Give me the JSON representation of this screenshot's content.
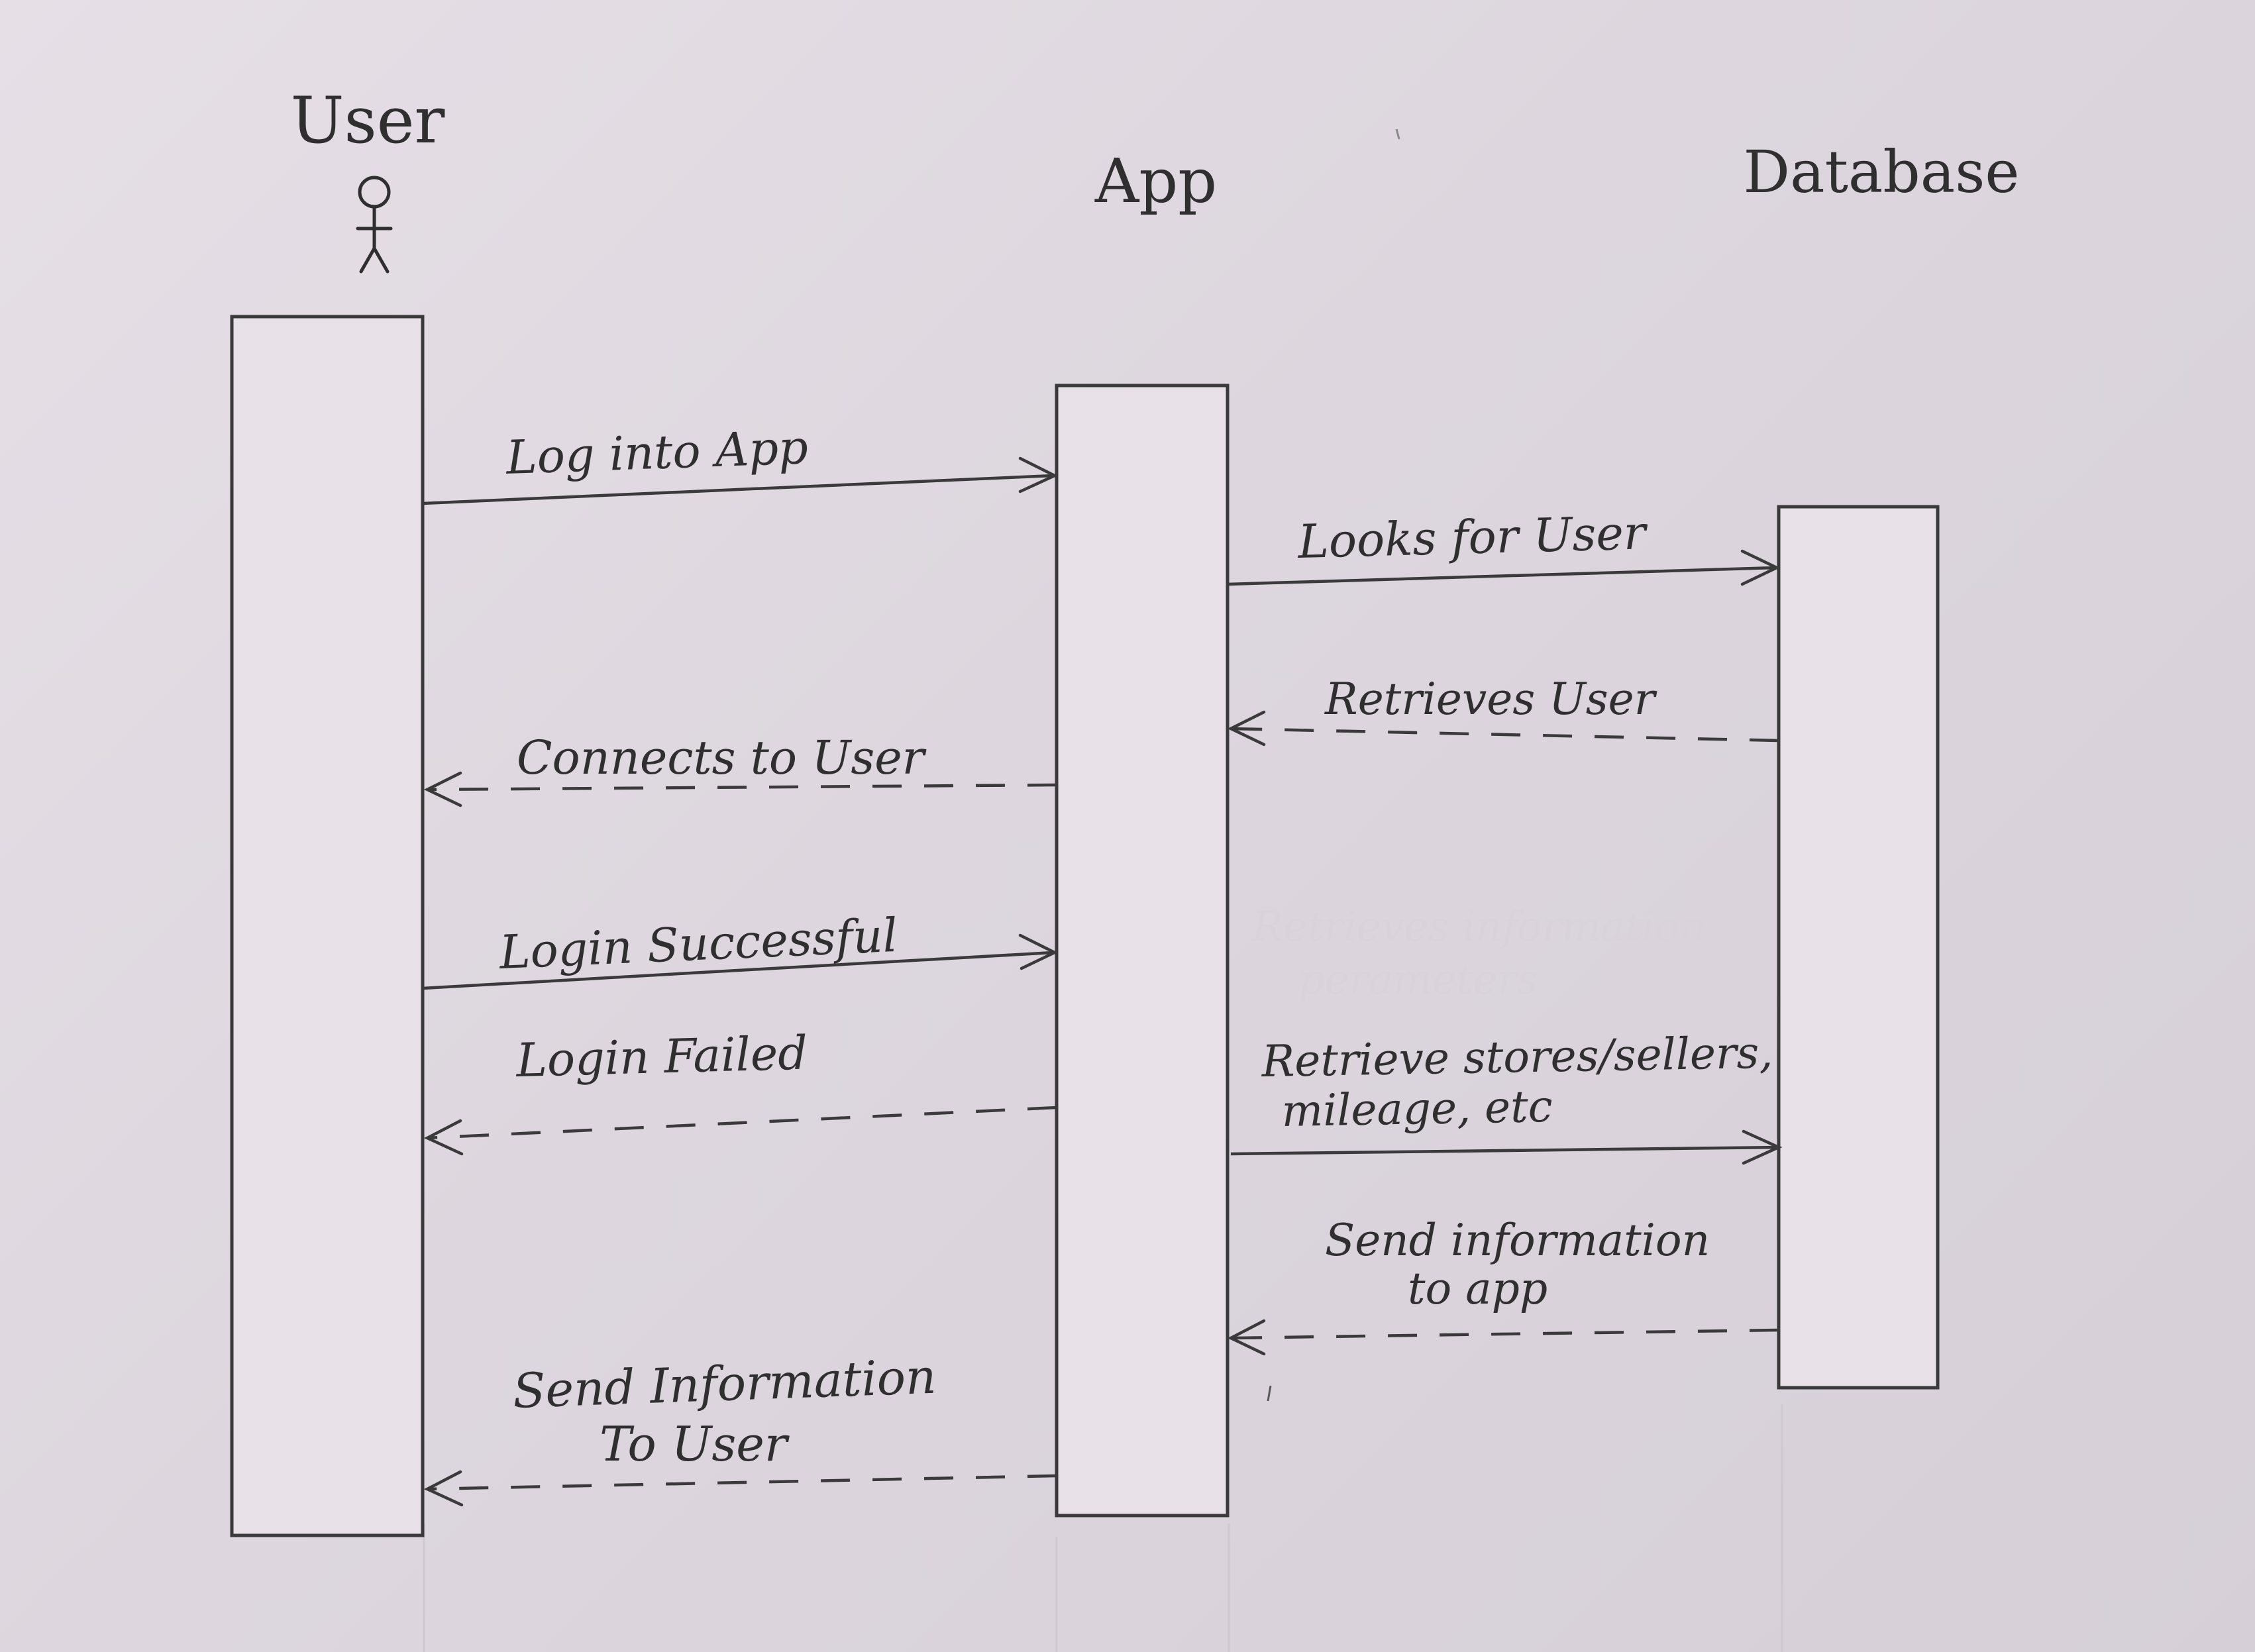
{
  "participants": {
    "user": "User",
    "app": "App",
    "database": "Database"
  },
  "messages": {
    "log_into_app": "Log into App",
    "looks_for_user": "Looks for User",
    "retrieves_user": "Retrieves User",
    "connects_to_user": "Connects to User",
    "login_successful": "Login Successful",
    "login_failed": "Login Failed",
    "retrieve_stores_line1": "Retrieve stores/sellers,",
    "retrieve_stores_line2": "mileage, etc",
    "send_info_app_line1": "Send information",
    "send_info_app_line2": "to app",
    "send_info_user_line1": "Send Information",
    "send_info_user_line2": "To User"
  },
  "colors": {
    "paper": "#e2dbe2",
    "ink": "#3a3a3a"
  }
}
